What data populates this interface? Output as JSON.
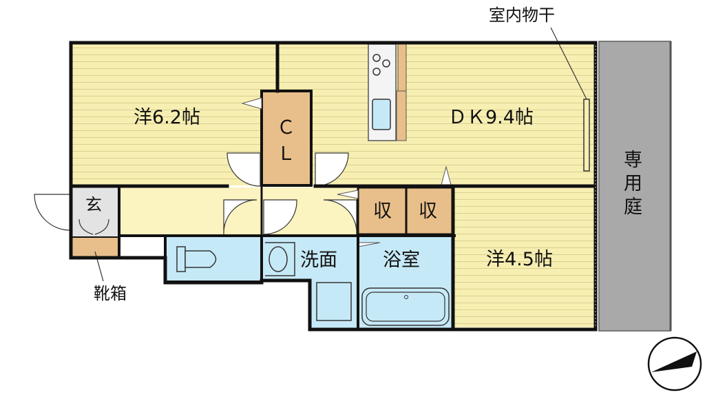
{
  "rooms": {
    "western_a": "洋6.2帖",
    "dk": "ＤＫ9.4帖",
    "western_b": "洋4.5帖",
    "closet_c": "Ｃ",
    "closet_l": "Ｌ",
    "entrance": "玄",
    "storage_1": "収",
    "storage_2": "収",
    "washroom": "洗面",
    "bathroom": "浴室",
    "garden": "専\n用\n庭"
  },
  "callouts": {
    "drying": "室内物干",
    "shoe_box": "靴箱"
  },
  "colors": {
    "floor_wood": "#f7eeb2",
    "floor_stripe": "#e2d99a",
    "wet_area": "#c6e9f7",
    "storage": "#e8bf8a",
    "hall": "#fbf3c0",
    "garden": "#a9a9a9",
    "wall": "#111111"
  }
}
